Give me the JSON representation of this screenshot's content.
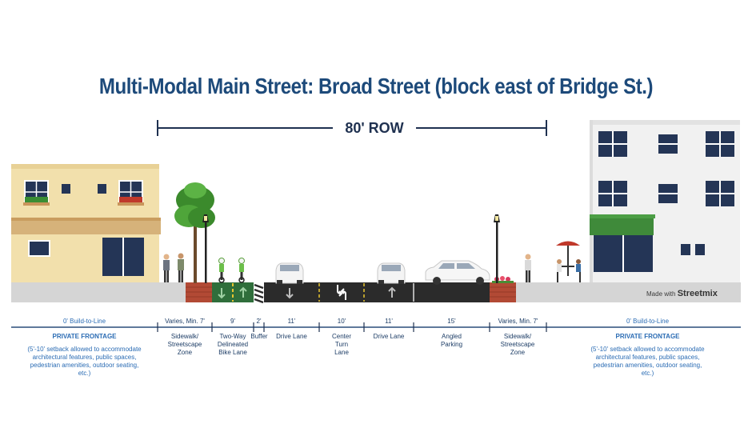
{
  "title": "Multi-Modal Main Street:  Broad Street (block east of Bridge St.)",
  "row_label": "80' ROW",
  "credit": {
    "prefix": "Made with",
    "brand": "Streetmix"
  },
  "left_frontage": {
    "build": "0' Build-to-Line",
    "title": "PRIVATE FRONTAGE",
    "desc": "(5'-10' setback allowed to accommodate architectural features, public spaces, pedestrian amenities, outdoor seating, etc.)"
  },
  "right_frontage": {
    "build": "0' Build-to-Line",
    "title": "PRIVATE FRONTAGE",
    "desc": "(5'-10' setback allowed to accommodate architectural features, public spaces, pedestrian amenities, outdoor seating, etc.)"
  },
  "segments": [
    {
      "width": "Varies, Min. 7'",
      "name": "Sidewalk/ Streetscape Zone"
    },
    {
      "width": "9'",
      "name": "Two-Way Delineated Bike Lane"
    },
    {
      "width": "2'",
      "name": "Buffer"
    },
    {
      "width": "11'",
      "name": "Drive Lane"
    },
    {
      "width": "10'",
      "name": "Center Turn Lane"
    },
    {
      "width": "11'",
      "name": "Drive Lane"
    },
    {
      "width": "15'",
      "name": "Angled Parking"
    },
    {
      "width": "Varies, Min. 7'",
      "name": "Sidewalk/ Streetscape Zone"
    }
  ],
  "colors": {
    "title": "#1d4a7a",
    "frontage_text": "#2b6cb4",
    "roadway": "#2b2b2b",
    "bike_lane": "#2f6e3b",
    "brick": "#b24a35",
    "tree": "#3b8a2c"
  }
}
